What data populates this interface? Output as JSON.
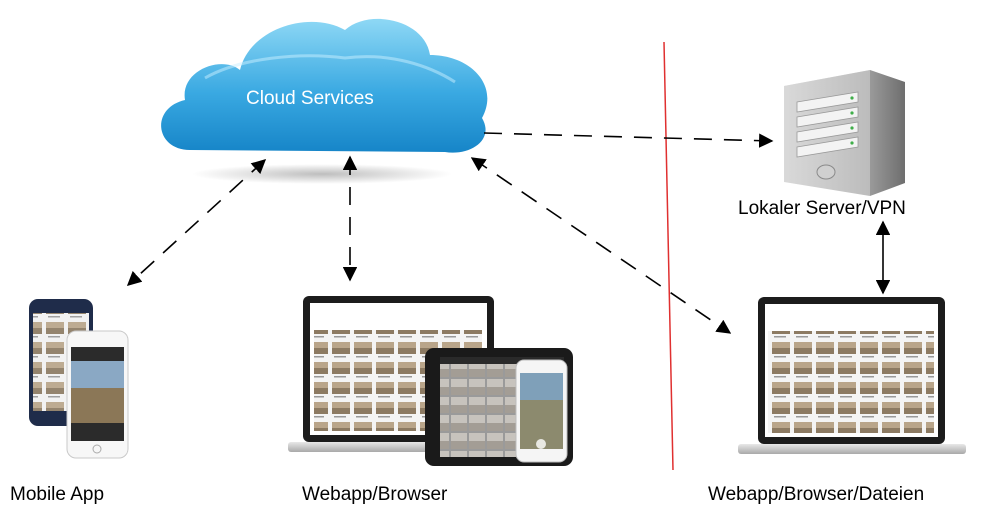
{
  "cloud": {
    "label": "Cloud Services"
  },
  "server": {
    "label": "Lokaler Server/VPN"
  },
  "devices": {
    "mobile": {
      "label": "Mobile App"
    },
    "webapp": {
      "label": "Webapp/Browser"
    },
    "webapp_files": {
      "label": "Webapp/Browser/Dateien"
    }
  },
  "colors": {
    "cloud_top": "#7fd1f2",
    "cloud_bottom": "#1a8fd0",
    "divider": "#e03030",
    "arrow": "#000000"
  }
}
